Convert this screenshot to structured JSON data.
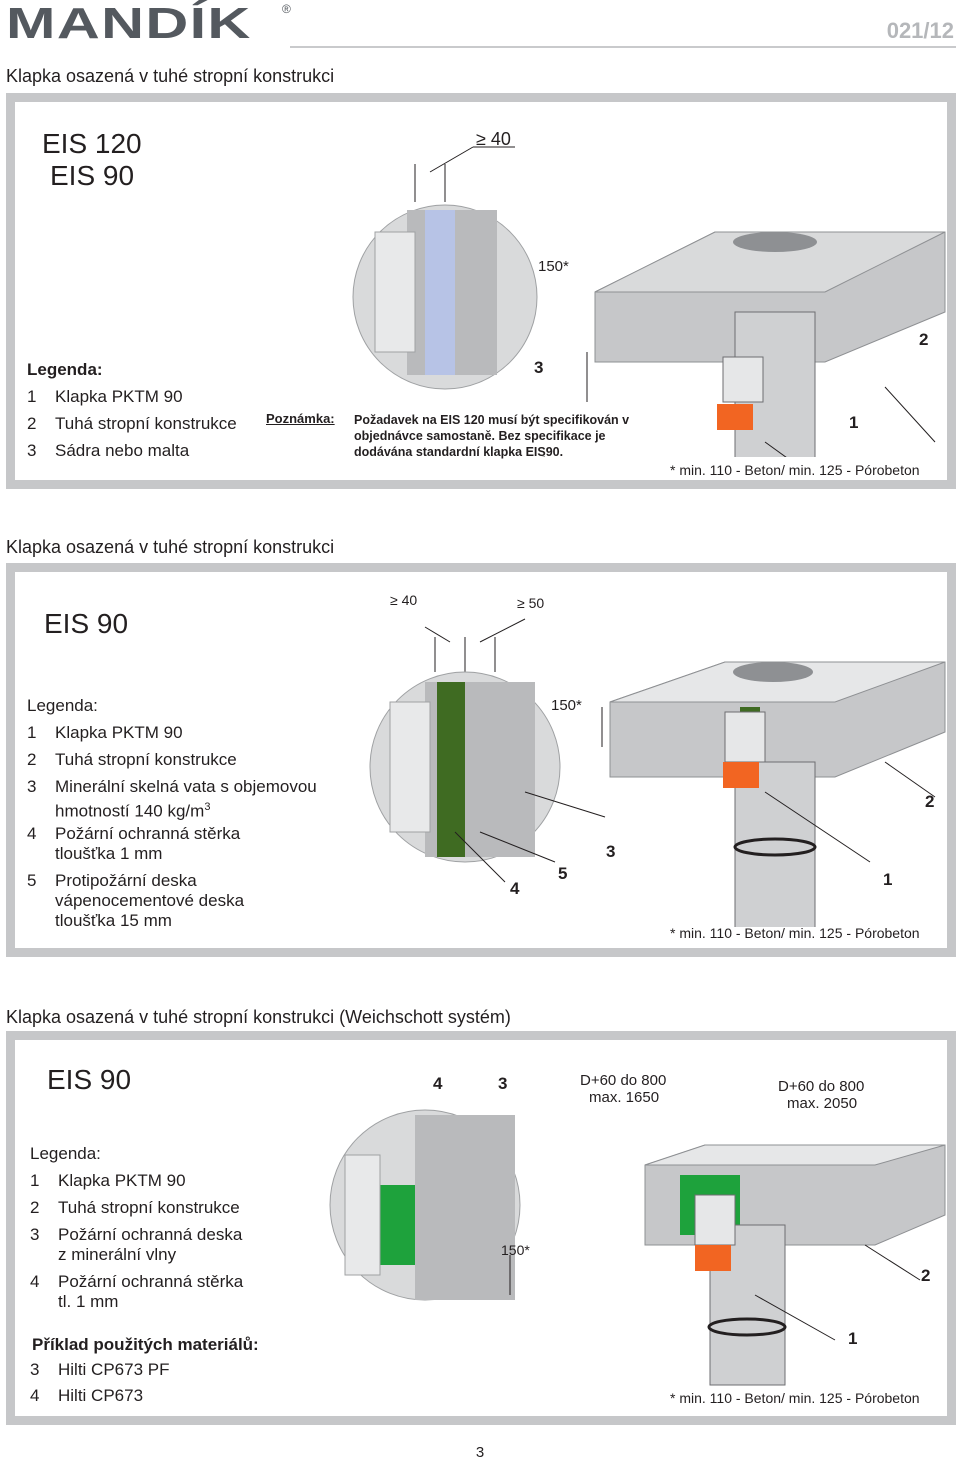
{
  "header": {
    "brand": "MANDÍK",
    "registered": "®",
    "page_code": "021/12"
  },
  "sections": [
    {
      "title": "Klapka osazená v tuhé stropní konstrukci",
      "ratings": [
        "EIS 120",
        "EIS 90"
      ],
      "legend_title": "Legenda:",
      "legend": [
        {
          "num": "1",
          "text": "Klapka PKTM 90"
        },
        {
          "num": "2",
          "text": "Tuhá stropní konstrukce"
        },
        {
          "num": "3",
          "text": "Sádra nebo malta"
        }
      ],
      "note_label": "Poznámka:",
      "note_lines": [
        "Požadavek na EIS 120 musí být specifikován v",
        "objednávce samostaně. Bez specifikace je",
        "dodávána standardní klapka EIS90."
      ],
      "dims": {
        "gap": "≥ 40",
        "depth": "150*"
      },
      "callouts": {
        "c1": "1",
        "c2": "2",
        "c3": "3"
      },
      "footnote": "* min. 110 - Beton/ min. 125 - Pórobeton"
    },
    {
      "title": "Klapka osazená v tuhé stropní konstrukci",
      "ratings": [
        "EIS 90"
      ],
      "legend_title": "Legenda:",
      "legend": [
        {
          "num": "1",
          "lines": [
            "Klapka PKTM 90"
          ]
        },
        {
          "num": "2",
          "lines": [
            "Tuhá stropní konstrukce"
          ]
        },
        {
          "num": "3",
          "lines": [
            "Minerální skelná vata s objemovou",
            "hmotností 140 kg/m"
          ],
          "sup": "3"
        },
        {
          "num": "4",
          "lines": [
            "Požární ochranná stěrka",
            "tloušťka 1 mm"
          ]
        },
        {
          "num": "5",
          "lines": [
            "Protipožární deska",
            "vápenocementové deska",
            "tloušťka 15 mm"
          ]
        }
      ],
      "dims": {
        "gap1": "≥ 40",
        "gap2": "≥ 50",
        "depth": "150*"
      },
      "callouts": {
        "c1": "1",
        "c2": "2",
        "c3": "3",
        "c4": "4",
        "c5": "5"
      },
      "footnote": "* min. 110 - Beton/ min. 125 - Pórobeton"
    },
    {
      "title": "Klapka osazená v tuhé stropní konstrukci (Weichschott systém)",
      "ratings": [
        "EIS 90"
      ],
      "legend_title": "Legenda:",
      "legend": [
        {
          "num": "1",
          "lines": [
            "Klapka PKTM 90"
          ]
        },
        {
          "num": "2",
          "lines": [
            "Tuhá stropní konstrukce"
          ]
        },
        {
          "num": "3",
          "lines": [
            "Požární ochranná deska",
            "z minerální vlny"
          ]
        },
        {
          "num": "4",
          "lines": [
            "Požární ochranná stěrka",
            "tl. 1 mm"
          ]
        }
      ],
      "materials_title": "Příklad použitých materiálů:",
      "materials": [
        {
          "num": "3",
          "text": "Hilti CP673 PF"
        },
        {
          "num": "4",
          "text": "Hilti CP673"
        }
      ],
      "dims": {
        "d1a": "D+60 do 800",
        "d1b": "max. 1650",
        "d2a": "D+60 do 800",
        "d2b": "max. 2050",
        "depth": "150*"
      },
      "callouts": {
        "c1": "1",
        "c2": "2",
        "c3": "3",
        "c4": "4"
      },
      "footnote": "* min. 110 - Beton/ min. 125 - Pórobeton"
    }
  ],
  "page_number": "3",
  "colors": {
    "panel_border": "#c6c7c9",
    "concrete": "#b9babc",
    "plaster": "#b7c3e6",
    "wool": "#3f6b22",
    "green_board": "#1ea23c",
    "actuator": "#f26522"
  }
}
